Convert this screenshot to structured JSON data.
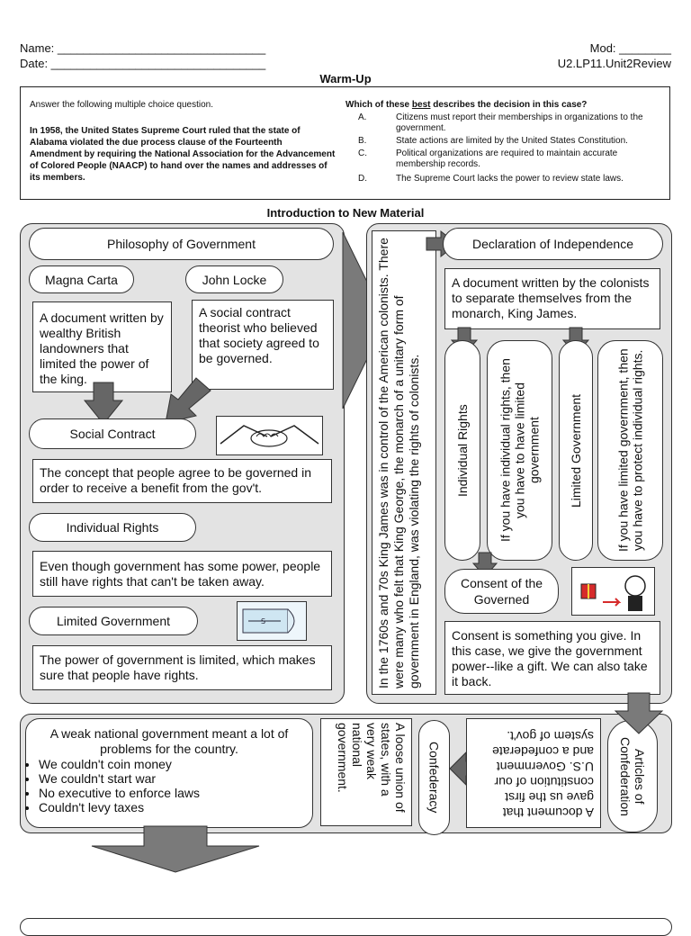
{
  "header": {
    "name_label": "Name: ________________________________",
    "date_label": "Date: _________________________________",
    "mod_label": "Mod: ________",
    "code": "U2.LP11.Unit2Review",
    "warmup_title": "Warm-Up"
  },
  "warmup": {
    "instruction": "Answer the following multiple choice question.",
    "prompt": "In 1958, the United States Supreme Court ruled that the state of Alabama violated the due process clause of the Fourteenth Amendment by requiring the National Association for the Advancement of Colored People (NAACP) to hand over the names and addresses of its members.",
    "question_pre": "Which of these ",
    "question_em": "best",
    "question_post": " describes the decision in this case?",
    "options": [
      {
        "letter": "A.",
        "text": "Citizens must report their memberships in organizations to the government."
      },
      {
        "letter": "B.",
        "text": "State actions are limited by the United States Constitution."
      },
      {
        "letter": "C.",
        "text": "Political organizations are required to maintain accurate membership records."
      },
      {
        "letter": "D.",
        "text": "The Supreme Court lacks the power to review state laws."
      }
    ]
  },
  "intro_title": "Introduction to New Material",
  "left": {
    "philosophy": "Philosophy of Government",
    "magna": "Magna Carta",
    "locke": "John Locke",
    "magna_desc": "A document written by wealthy British landowners that limited the power of the king.",
    "locke_desc": "A social contract theorist who believed that society agreed to be governed.",
    "social": "Social Contract",
    "social_desc": "The concept that people agree to be governed in order to receive a benefit from the gov't.",
    "rights": "Individual Rights",
    "rights_desc": "Even though government has some power, people still have rights that can't be taken away.",
    "limited": "Limited Government",
    "limited_desc": "The power of government is limited, which makes sure that people have rights."
  },
  "middle": {
    "vertical_text": "In the 1760s and 70s King James was in control of the American colonists. There were many who felt that King George, the monarch of a unitary form of government in England, was violating the rights of colonists."
  },
  "right": {
    "declaration": "Declaration of Independence",
    "declaration_desc": "A document written by the colonists to separate themselves from the monarch, King James.",
    "rights": "Individual Rights",
    "rights_desc": "If you have individual rights, then you have to have limited government",
    "limited": "Limited Government",
    "limited_desc": "If you have limited government, then you have to protect individual rights.",
    "consent": "Consent of the Governed",
    "consent_desc": "Consent is something you give. In this case, we give the government power--like a gift. We can also take it back."
  },
  "bottom": {
    "weak_title": "A weak national government meant a lot of problems for the country.",
    "bullets": [
      "We couldn't coin money",
      "We couldn't start war",
      "No executive to enforce laws",
      "Couldn't levy taxes"
    ],
    "loose": "A loose union of states, with a very weak national government.",
    "confederacy": "Confederacy",
    "doc": "A document that gave us the first constitution of our U.S. Government and a confederate system of gov't.",
    "articles": "Articles of Confederation"
  }
}
